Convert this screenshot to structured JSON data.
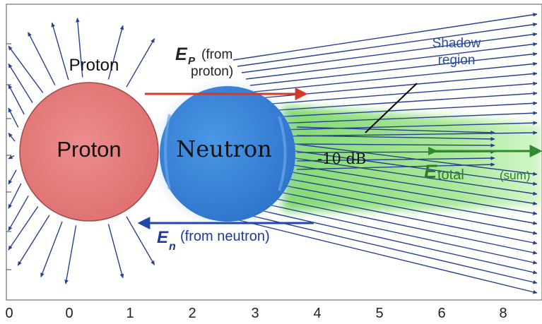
{
  "labels": {
    "proton_top": "Proton",
    "proton_circle": "Proton",
    "neutron_circle": "Neutron",
    "ep_symbol": "E",
    "ep_subscript": "P",
    "ep_desc_line1": "(from",
    "ep_desc_line2": "proton)",
    "en_symbol": "E",
    "en_subscript": "n",
    "en_desc": "(from neutron)",
    "shadow_line1": "Shadow",
    "shadow_line2": "region",
    "db_label": "-10 dB",
    "etotal_symbol": "E",
    "etotal_sub": "total",
    "etotal_desc": "(sum)"
  },
  "x_ticks": [
    "0",
    "0",
    "1",
    "2",
    "3",
    "4",
    "5",
    "6",
    "8"
  ],
  "colors": {
    "proton_fill": "#e37c7c",
    "neutron_fill": "#3b86d8",
    "field_line": "#2a3f8f",
    "ep_arrow": "#d33a2c",
    "en_arrow": "#2148a8",
    "etotal_arrow": "#2e8b2e",
    "shadow_green": "#8fe07a",
    "shadow_text": "#2b4ba8"
  }
}
